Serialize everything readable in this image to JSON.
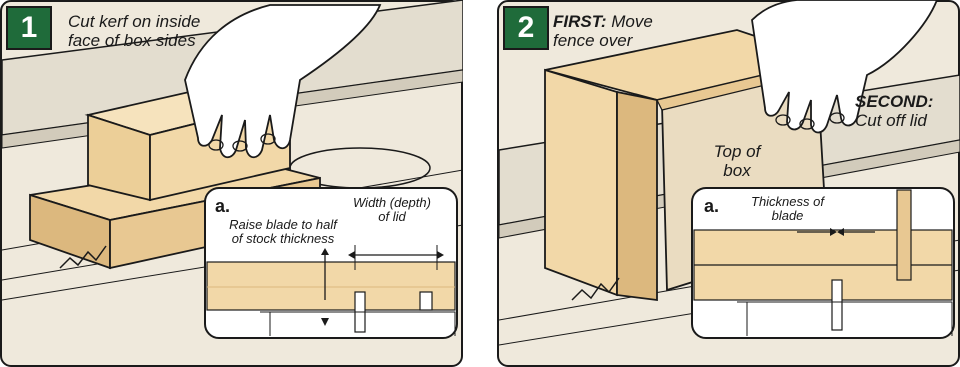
{
  "panel1": {
    "number": "1",
    "caption": "Cut kerf on inside face of box sides",
    "inset": {
      "letter": "a.",
      "label_raise": "Raise blade to half of stock thickness",
      "label_width": "Width (depth) of lid"
    }
  },
  "panel2": {
    "number": "2",
    "caption_first_bold": "FIRST:",
    "caption_first_text": "Move fence over",
    "caption_second_bold": "SECOND:",
    "caption_second_text": "Cut off lid",
    "label_top": "Top of box",
    "inset": {
      "letter": "a.",
      "label_thickness": "Thickness of blade"
    }
  },
  "colors": {
    "badge": "#1f6b3a",
    "wood": "#f2d8a8",
    "wood_dark": "#dcb87e",
    "table": "#efe9dc",
    "fence": "#e3ddcf",
    "outline": "#1a1a1a"
  }
}
